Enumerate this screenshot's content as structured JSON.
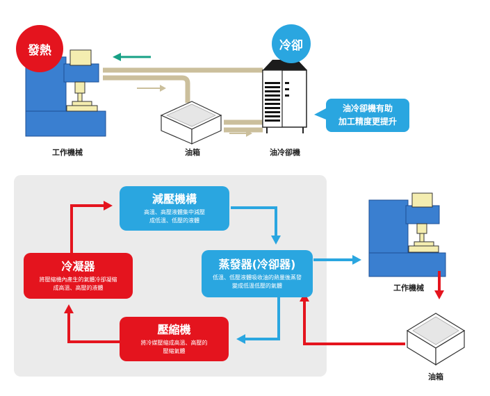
{
  "top": {
    "heat_badge": "發熱",
    "cool_badge": "冷卻",
    "callout_line1": "油冷卻機有助",
    "callout_line2": "加工精度更提升",
    "label_machine": "工作機械",
    "label_tank": "油箱",
    "label_chiller": "油冷卻機"
  },
  "cycle": {
    "decompress": {
      "title": "減壓機構",
      "desc1": "高溫、高壓液體集中減壓",
      "desc2": "成低溫、低壓的液體"
    },
    "evaporator": {
      "title": "蒸發器(冷卻器)",
      "desc1": "低溫、低壓液體吸收油的熱量後蒸發",
      "desc2": "變成低溫低壓的氣體"
    },
    "compressor": {
      "title": "壓縮機",
      "desc1": "將冷媒壓縮成高溫、高壓的",
      "desc2": "壓縮氣體"
    },
    "condenser": {
      "title": "冷凝器",
      "desc1": "將壓縮機內產生的氣體冷卻凝縮",
      "desc2": "成高溫、高壓的液體"
    }
  },
  "right": {
    "label_machine": "工作機械",
    "label_tank": "油箱"
  },
  "colors": {
    "blue": "#2aa6e0",
    "red": "#e4141e",
    "teal_arrow": "#16a085",
    "pipe": "#cbbf9c",
    "machine_blue": "#3a7fd0",
    "machine_yellow": "#f4edb0"
  }
}
